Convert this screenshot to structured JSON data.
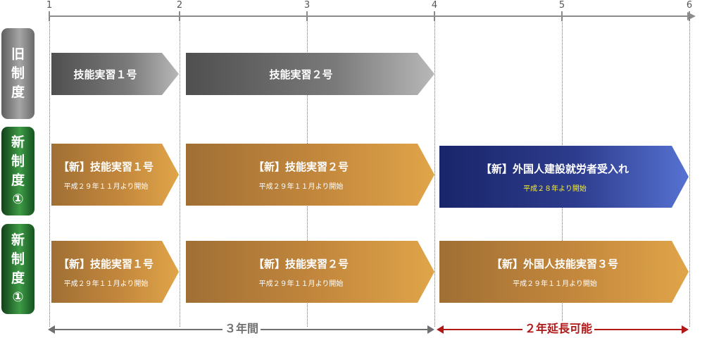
{
  "axis": {
    "ticks": [
      "1",
      "2",
      "3",
      "4",
      "5",
      "6"
    ]
  },
  "rows": [
    {
      "chars": [
        "旧",
        "制",
        "度"
      ]
    },
    {
      "chars": [
        "新",
        "制",
        "度",
        "①"
      ]
    },
    {
      "chars": [
        "新",
        "制",
        "度",
        "①"
      ]
    }
  ],
  "bars": {
    "old_1": {
      "title": "技能実習１号"
    },
    "old_2": {
      "title": "技能実習２号"
    },
    "new1_1": {
      "title": "【新】技能実習１号",
      "sub": "平成２９年１１月より開始"
    },
    "new1_2": {
      "title": "【新】技能実習２号",
      "sub": "平成２９年１１月より開始"
    },
    "new1_3": {
      "title": "【新】外国人建設就労者受入れ",
      "sub": "平成２８年より開始"
    },
    "new2_1": {
      "title": "【新】技能実習１号",
      "sub": "平成２９年１１月より開始"
    },
    "new2_2": {
      "title": "【新】技能実習２号",
      "sub": "平成２９年１１月より開始"
    },
    "new2_3": {
      "title": "【新】外国人技能実習３号",
      "sub": "平成２９年１１月より開始"
    }
  },
  "spans": {
    "three_years": {
      "label": "３年間",
      "color": "#707070"
    },
    "extension": {
      "label": "２年延長可能",
      "color": "#b01818"
    }
  },
  "colors": {
    "gray": "#6b6b6b",
    "orange": "#c4883d",
    "blue": "#2d3c8d",
    "green": "#2f7d36",
    "yellow_text": "#f5ec3a"
  }
}
